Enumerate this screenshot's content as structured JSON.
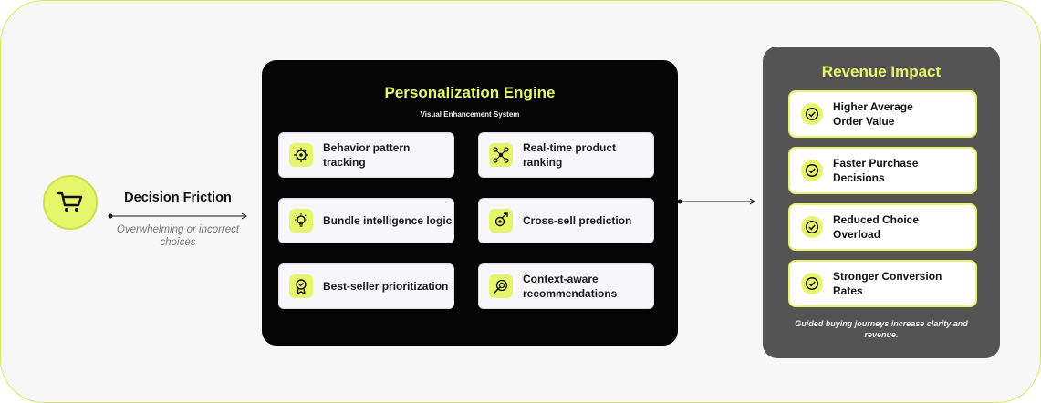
{
  "friction": {
    "icon": "shopping-cart-icon",
    "title": "Decision Friction",
    "subtitle": "Overwhelming or incorrect choices"
  },
  "engine": {
    "title": "Personalization Engine",
    "subtitle": "Visual Enhancement System",
    "features": [
      {
        "label": "Behavior pattern tracking",
        "icon": "gear-brain-icon"
      },
      {
        "label": "Real-time product ranking",
        "icon": "network-icon"
      },
      {
        "label": "Bundle intelligence logic",
        "icon": "lightbulb-icon"
      },
      {
        "label": "Cross-sell prediction",
        "icon": "gear-arrow-icon"
      },
      {
        "label": "Best-seller prioritization",
        "icon": "award-badge-icon"
      },
      {
        "label": "Context-aware recommendations",
        "icon": "target-tag-icon"
      }
    ]
  },
  "revenue": {
    "title": "Revenue Impact",
    "items": [
      {
        "label": "Higher Average Order Value",
        "icon": "check-circle-icon"
      },
      {
        "label": "Faster Purchase Decisions",
        "icon": "check-circle-icon"
      },
      {
        "label": "Reduced Choice Overload",
        "icon": "check-circle-icon"
      },
      {
        "label": "Stronger Conversion Rates",
        "icon": "check-circle-icon"
      }
    ],
    "footer": "Guided buying journeys increase clarity and revenue."
  },
  "colors": {
    "accent": "#e6f66a",
    "engine_bg": "#050505",
    "revenue_bg": "#545454",
    "canvas_bg": "#f7f7f7"
  }
}
